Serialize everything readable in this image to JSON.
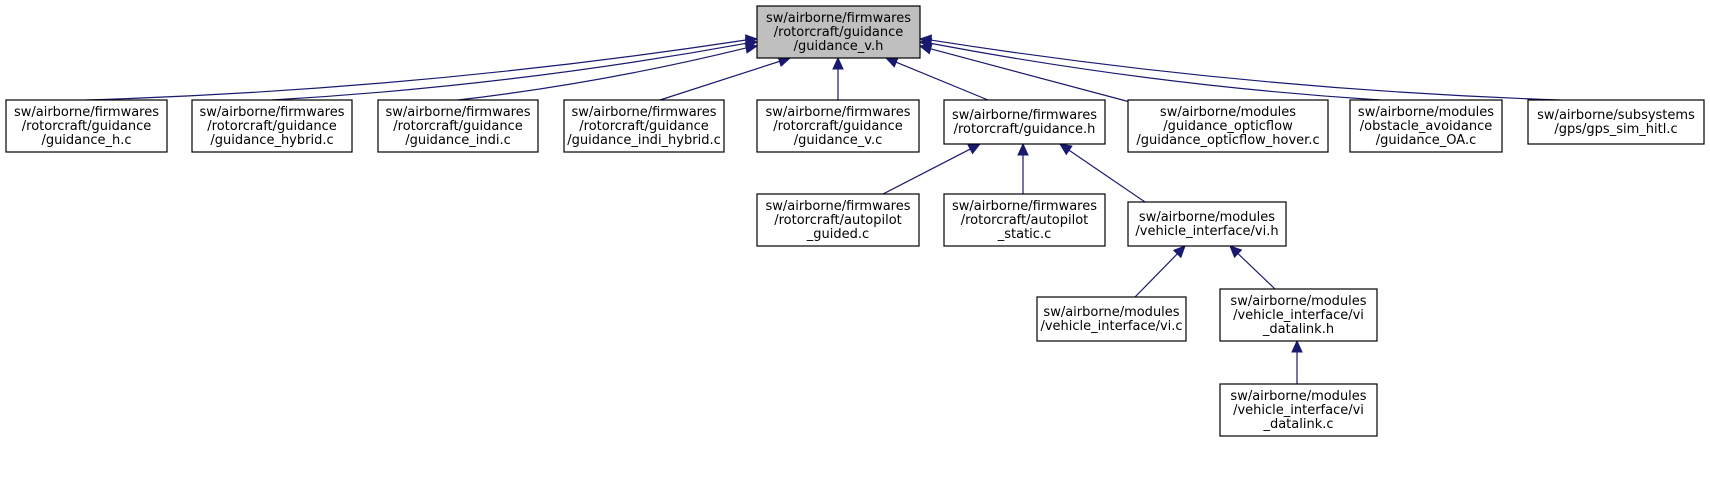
{
  "colors": {
    "root_fill": "#bfbfbf",
    "node_fill": "#ffffff",
    "edge": "#191970"
  },
  "nodes": [
    {
      "id": "root",
      "lines": [
        "sw/airborne/firmwares",
        "/rotorcraft/guidance",
        "/guidance_v.h"
      ],
      "highlight": true
    },
    {
      "id": "n1",
      "lines": [
        "sw/airborne/firmwares",
        "/rotorcraft/guidance",
        "/guidance_h.c"
      ]
    },
    {
      "id": "n2",
      "lines": [
        "sw/airborne/firmwares",
        "/rotorcraft/guidance",
        "/guidance_hybrid.c"
      ]
    },
    {
      "id": "n3",
      "lines": [
        "sw/airborne/firmwares",
        "/rotorcraft/guidance",
        "/guidance_indi.c"
      ]
    },
    {
      "id": "n4",
      "lines": [
        "sw/airborne/firmwares",
        "/rotorcraft/guidance",
        "/guidance_indi_hybrid.c"
      ]
    },
    {
      "id": "n5",
      "lines": [
        "sw/airborne/firmwares",
        "/rotorcraft/guidance",
        "/guidance_v.c"
      ]
    },
    {
      "id": "n6",
      "lines": [
        "sw/airborne/firmwares",
        "/rotorcraft/guidance.h"
      ]
    },
    {
      "id": "n7",
      "lines": [
        "sw/airborne/modules",
        "/guidance_opticflow",
        "/guidance_opticflow_hover.c"
      ]
    },
    {
      "id": "n8",
      "lines": [
        "sw/airborne/modules",
        "/obstacle_avoidance",
        "/guidance_OA.c"
      ]
    },
    {
      "id": "n9",
      "lines": [
        "sw/airborne/subsystems",
        "/gps/gps_sim_hitl.c"
      ]
    },
    {
      "id": "n10",
      "lines": [
        "sw/airborne/firmwares",
        "/rotorcraft/autopilot",
        "_guided.c"
      ]
    },
    {
      "id": "n11",
      "lines": [
        "sw/airborne/firmwares",
        "/rotorcraft/autopilot",
        "_static.c"
      ]
    },
    {
      "id": "n12",
      "lines": [
        "sw/airborne/modules",
        "/vehicle_interface/vi.h"
      ]
    },
    {
      "id": "n13",
      "lines": [
        "sw/airborne/modules",
        "/vehicle_interface/vi.c"
      ]
    },
    {
      "id": "n14",
      "lines": [
        "sw/airborne/modules",
        "/vehicle_interface/vi",
        "_datalink.h"
      ]
    },
    {
      "id": "n15",
      "lines": [
        "sw/airborne/modules",
        "/vehicle_interface/vi",
        "_datalink.c"
      ]
    }
  ],
  "edges": [
    {
      "from": "n1",
      "to": "root"
    },
    {
      "from": "n2",
      "to": "root"
    },
    {
      "from": "n3",
      "to": "root"
    },
    {
      "from": "n4",
      "to": "root"
    },
    {
      "from": "n5",
      "to": "root"
    },
    {
      "from": "n6",
      "to": "root"
    },
    {
      "from": "n7",
      "to": "root"
    },
    {
      "from": "n8",
      "to": "root"
    },
    {
      "from": "n9",
      "to": "root"
    },
    {
      "from": "n10",
      "to": "n6"
    },
    {
      "from": "n11",
      "to": "n6"
    },
    {
      "from": "n12",
      "to": "n6"
    },
    {
      "from": "n13",
      "to": "n12"
    },
    {
      "from": "n14",
      "to": "n12"
    },
    {
      "from": "n15",
      "to": "n14"
    }
  ]
}
